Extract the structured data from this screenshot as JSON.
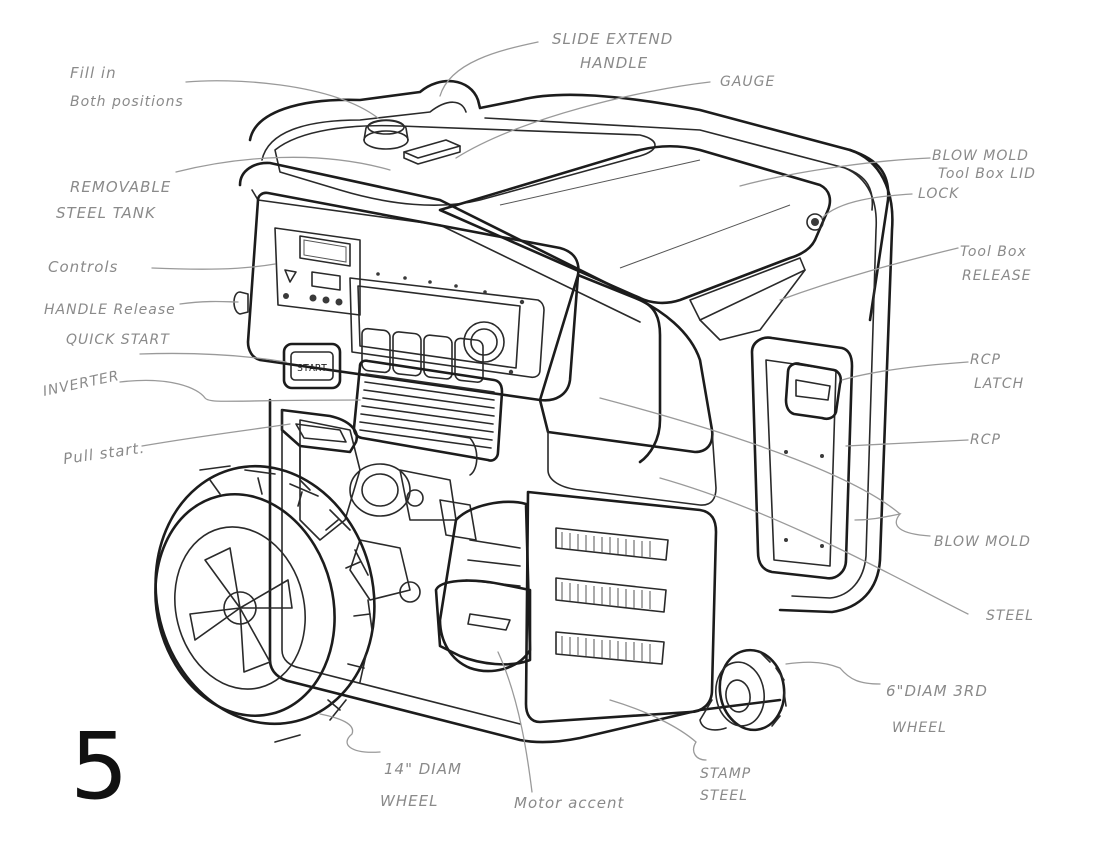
{
  "sheet_number": "5",
  "labels": {
    "fill_in_line1": "Fill in",
    "fill_in_line2": "Both positions",
    "slide_extend_line1": "SLIDE EXTEND",
    "slide_extend_line2": "HANDLE",
    "gauge": "GAUGE",
    "removable_line1": "REMOVABLE",
    "removable_line2": "STEEL TANK",
    "blowmold_lid_line1": "BLOW MOLD",
    "blowmold_lid_line2": "Tool Box LID",
    "lock": "LOCK",
    "controls": "Controls",
    "toolbox_release_line1": "Tool Box",
    "toolbox_release_line2": "RELEASE",
    "handle_release": "HANDLE Release",
    "quick_start": "QUICK START",
    "inverter": "INVERTER",
    "rcp_latch_line1": "RCP",
    "rcp_latch_line2": "LATCH",
    "rcp": "RCP",
    "pull_start": "Pull start.",
    "blowmold": "BLOW MOLD",
    "steel": "STEEL",
    "third_wheel_line1": "6\"DIAM 3RD",
    "third_wheel_line2": "WHEEL",
    "wheel_14_line1": "14\" DIAM",
    "wheel_14_line2": "WHEEL",
    "motor_accent": "Motor accent",
    "stamp_steel_line1": "STAMP",
    "stamp_steel_line2": "STEEL"
  },
  "panel": {
    "start_button": "START"
  }
}
